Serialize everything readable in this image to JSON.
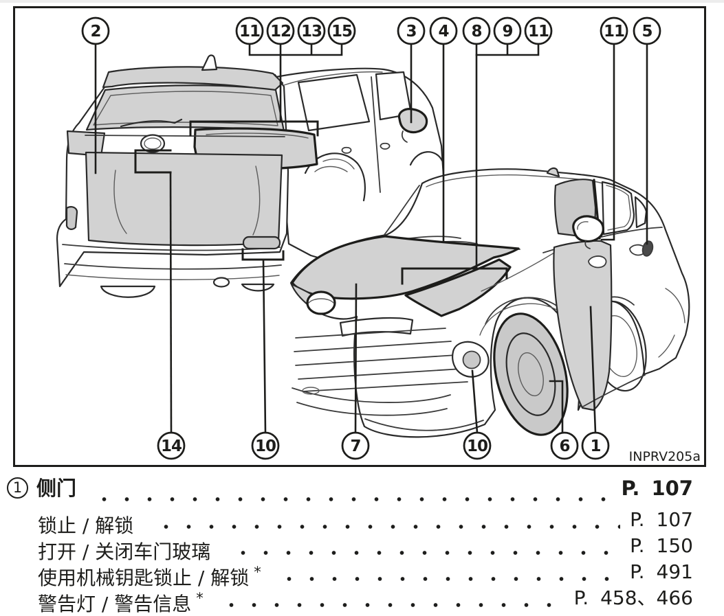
{
  "page": {
    "background": "#ffffff",
    "top_strip_color": "#ededed"
  },
  "diagram": {
    "figure_id": "INPRV205a",
    "line_color": "#1d1d1b",
    "shade_color": "#d2d2d2",
    "callouts_top": [
      "2",
      "11",
      "12",
      "13",
      "15",
      "3",
      "4",
      "8",
      "9",
      "11",
      "11",
      "5"
    ],
    "callouts_bottom": [
      "14",
      "10",
      "7",
      "10",
      "6",
      "1"
    ]
  },
  "index": {
    "item_number": "1",
    "title": "侧门",
    "page_prefix": "P.",
    "title_page": "107",
    "rows": [
      {
        "label": "锁止 / 解锁",
        "page": "107",
        "star": ""
      },
      {
        "label": "打开 / 关闭车门玻璃",
        "page": "150",
        "star": ""
      },
      {
        "label": "使用机械钥匙锁止 / 解锁",
        "page": "491",
        "star": "*"
      },
      {
        "label": "警告灯 / 警告信息",
        "page": "458、466",
        "star": "*"
      }
    ]
  }
}
